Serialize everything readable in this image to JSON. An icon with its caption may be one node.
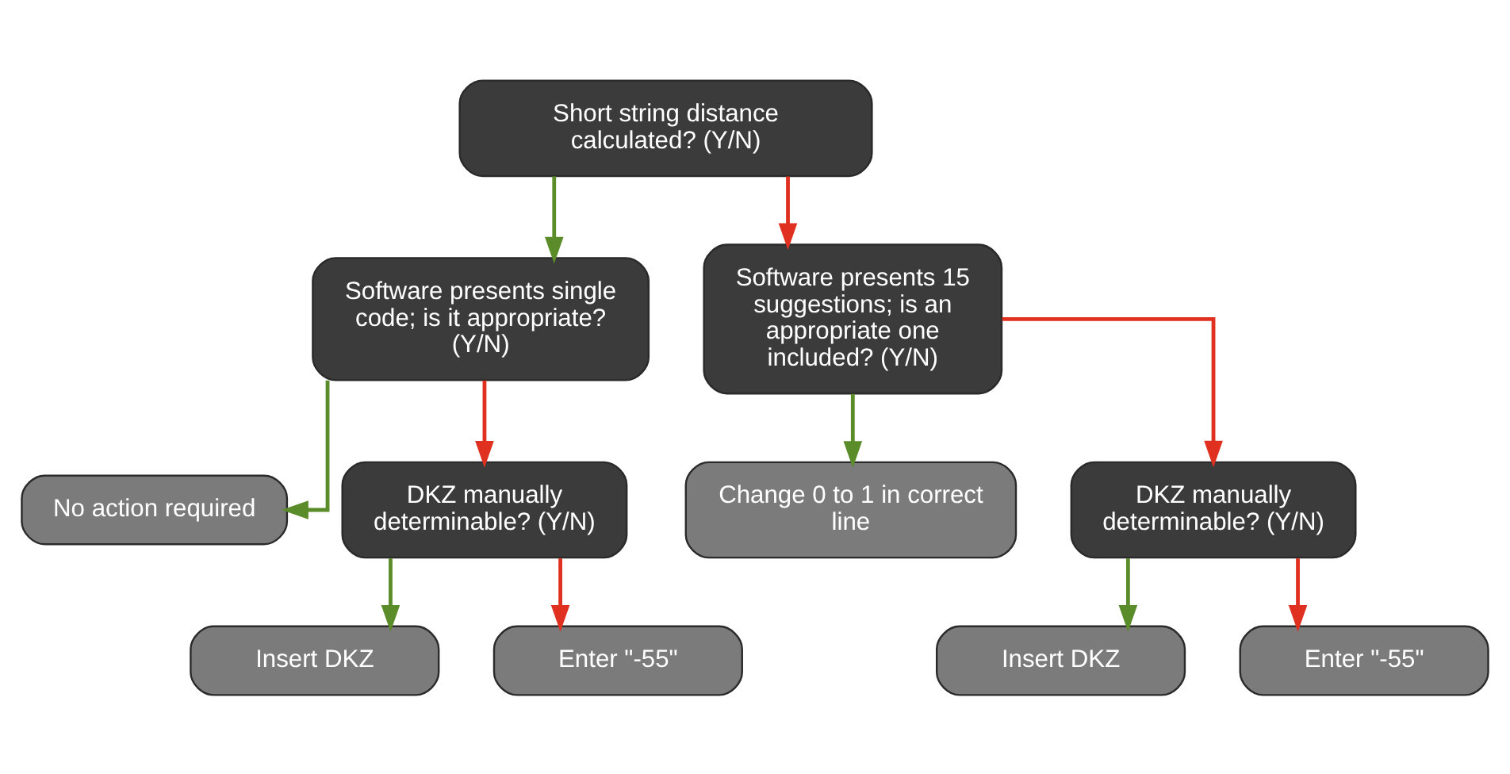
{
  "diagram": {
    "nodes": [
      {
        "text": [
          "Short string distance calculated? (Y/N)"
        ]
      },
      {
        "text": [
          "Software presents single code; is it appropriate? (Y/N)"
        ]
      },
      {
        "text": [
          "Software presents 15 suggestions; is an appropriate one included? (Y/N)"
        ]
      },
      {
        "text": [
          "No action required"
        ]
      },
      {
        "text": [
          "DKZ manually determinable? (Y/N)"
        ]
      },
      {
        "text": [
          "Change 0 to 1 in correct line"
        ]
      },
      {
        "text": [
          "DKZ manually determinable? (Y/N)"
        ]
      },
      {
        "text": [
          "Insert DKZ"
        ]
      },
      {
        "text": [
          "Enter \"-55\""
        ]
      },
      {
        "text": [
          "Insert DKZ"
        ]
      },
      {
        "text": [
          "Enter \"-55\""
        ]
      }
    ],
    "edges": [
      {
        "from": 0,
        "to": 1,
        "arrow": "to",
        "color": "#5b8c2a"
      },
      {
        "from": 0,
        "to": 2,
        "arrow": "to",
        "color": "#e03020"
      },
      {
        "from": 1,
        "to": 3,
        "arrow": "to",
        "color": "#5b8c2a"
      },
      {
        "from": 1,
        "to": 4,
        "arrow": "to",
        "color": "#e03020"
      },
      {
        "from": 2,
        "to": 5,
        "arrow": "to",
        "color": "#5b8c2a"
      },
      {
        "from": 2,
        "to": 6,
        "arrow": "to",
        "color": "#e03020"
      },
      {
        "from": 4,
        "to": 7,
        "arrow": "to",
        "color": "#5b8c2a"
      },
      {
        "from": 4,
        "to": 8,
        "arrow": "to",
        "color": "#e03020"
      },
      {
        "from": 6,
        "to": 9,
        "arrow": "to",
        "color": "#5b8c2a"
      },
      {
        "from": 6,
        "to": 10,
        "arrow": "to",
        "color": "#e03020"
      }
    ]
  }
}
